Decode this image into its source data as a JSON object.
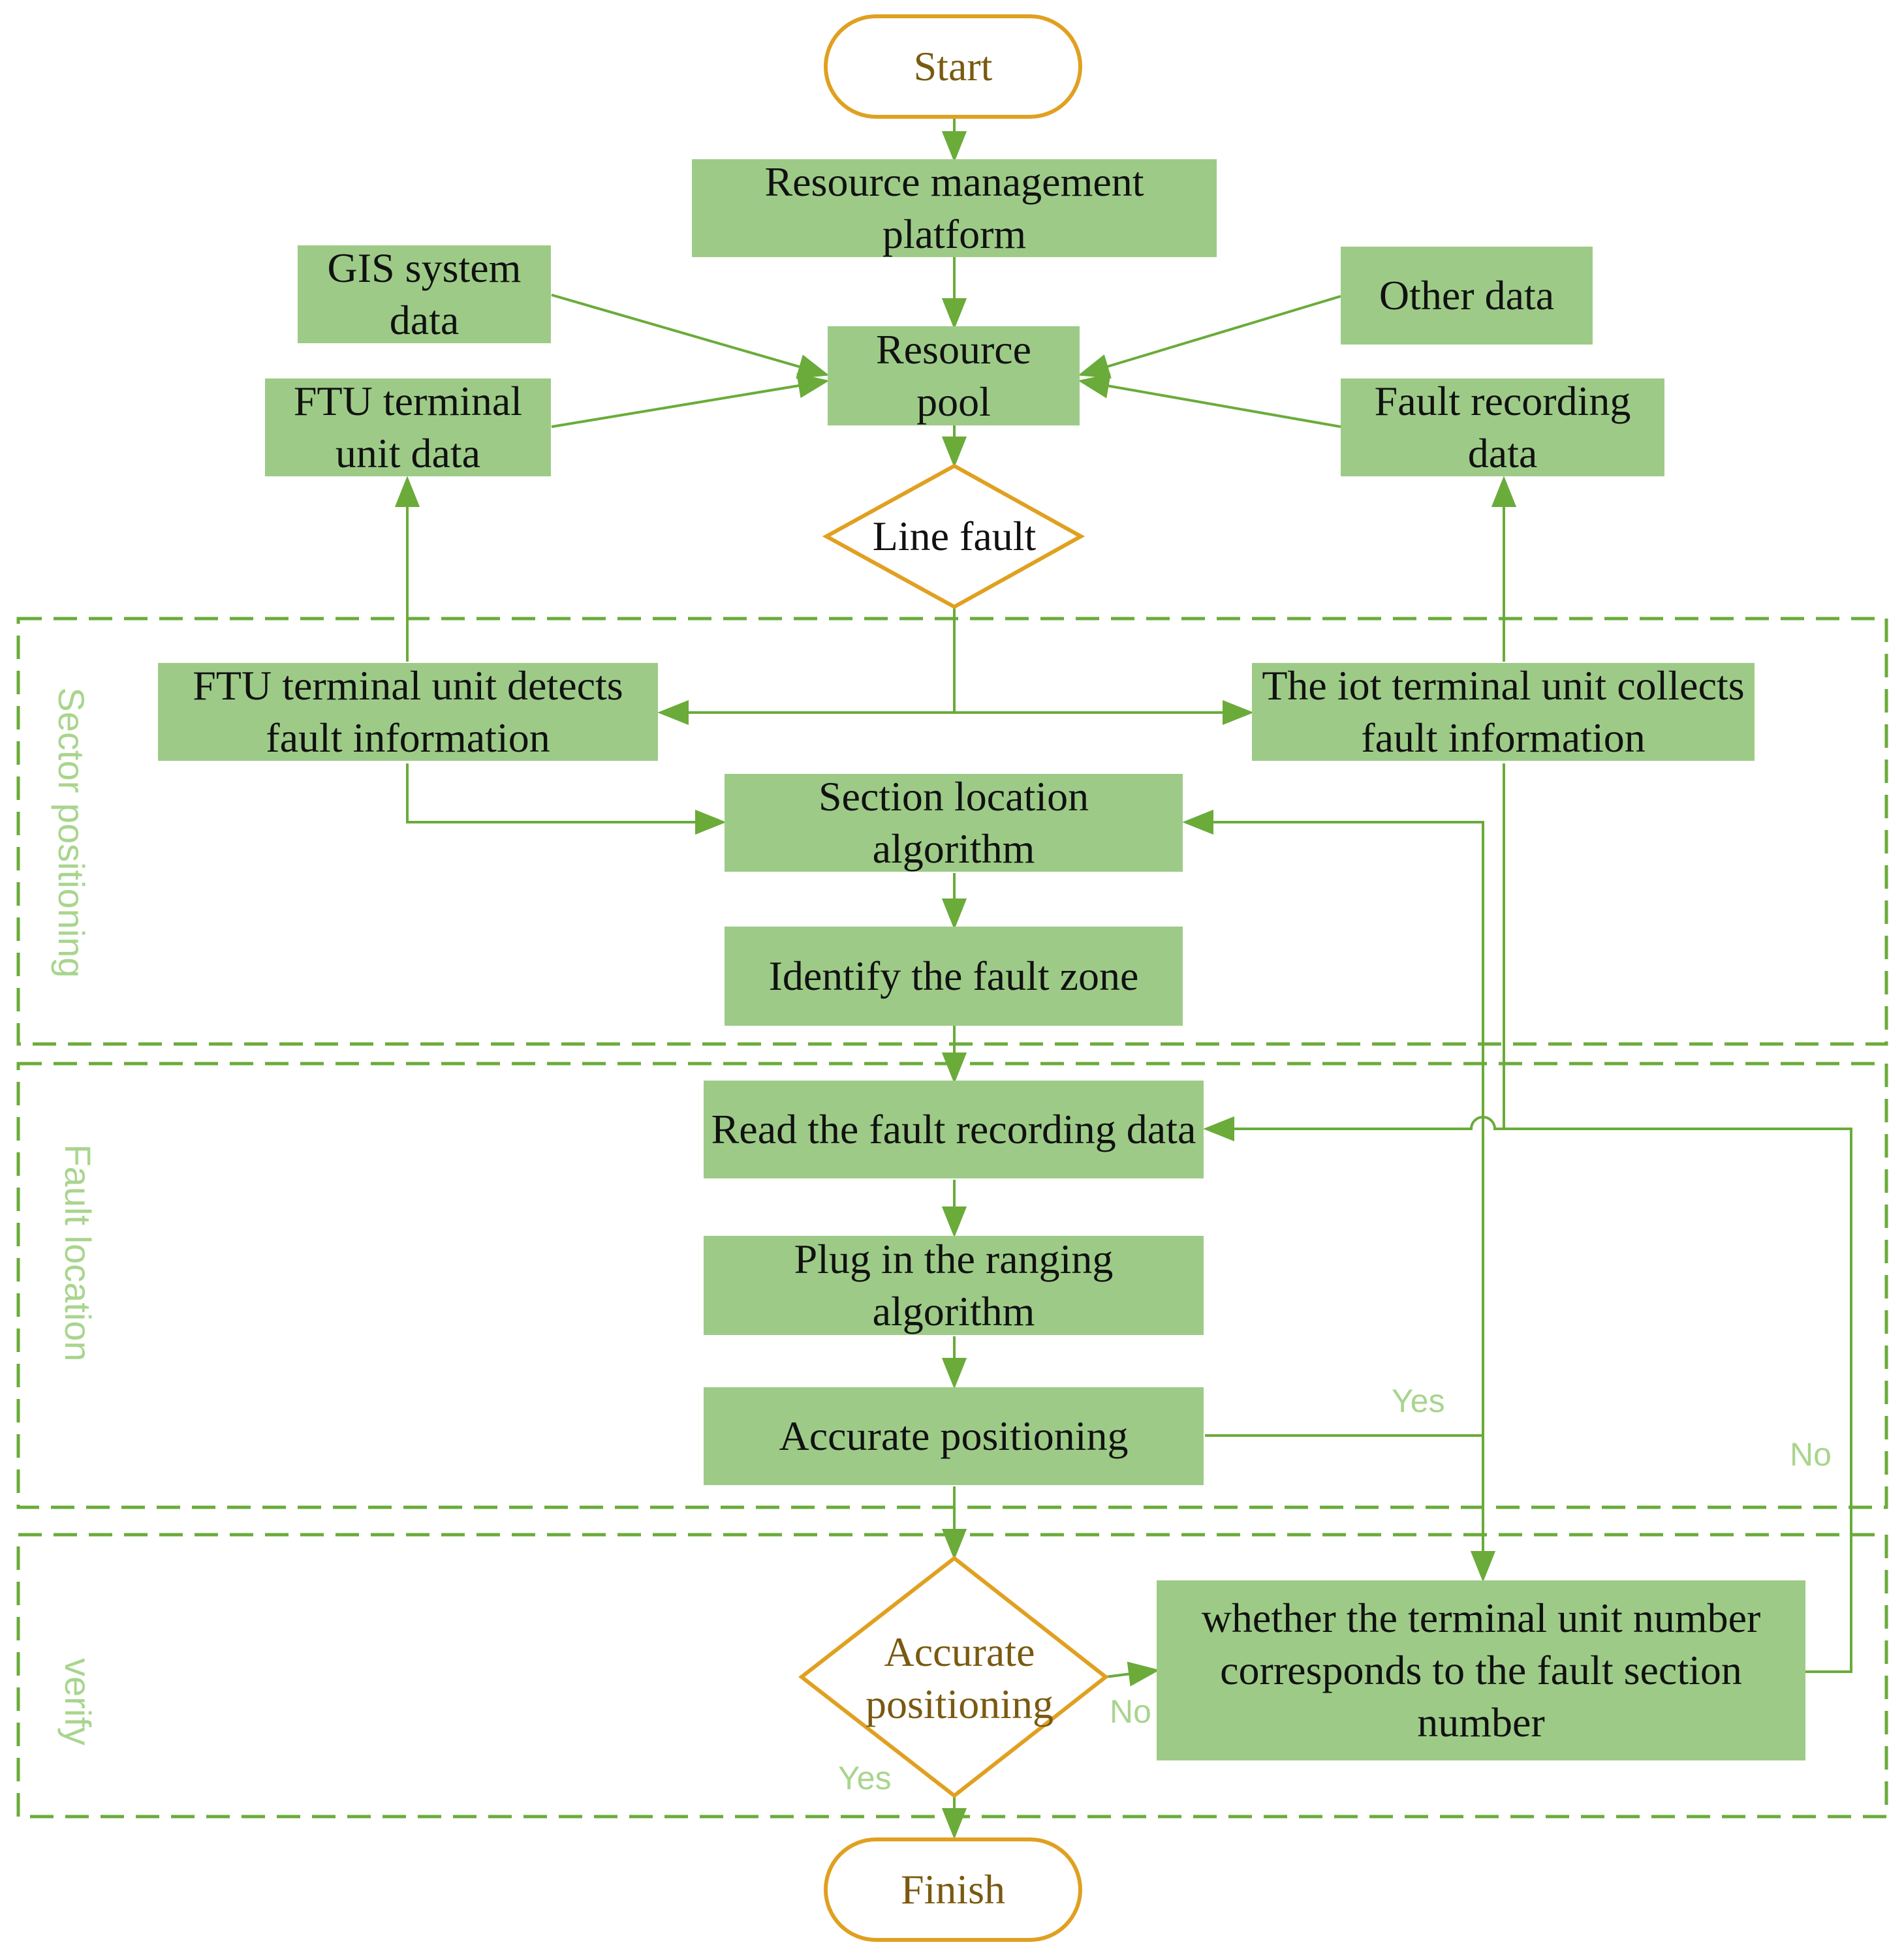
{
  "colors": {
    "box_fill": "#9dcb87",
    "arrow": "#6aab3a",
    "terminal_border": "#e0a020",
    "terminal_text": "#7a5a10",
    "section_label": "#a8d58e"
  },
  "nodes": {
    "start": "Start",
    "resource_mgmt": "Resource management platform",
    "gis": "GIS system data",
    "other": "Other data",
    "resource_pool": "Resource pool",
    "ftu_data": "FTU terminal unit data",
    "fault_rec_data": "Fault recording data",
    "line_fault": "Line fault",
    "ftu_detect": "FTU terminal unit detects fault information",
    "iot_collect": "The iot terminal unit collects fault information",
    "section_algo": "Section location algorithm",
    "identify_zone": "Identify the fault zone",
    "read_recording": "Read the fault recording data",
    "ranging_algo": "Plug in the ranging algorithm",
    "accurate_pos_box": "Accurate positioning",
    "accurate_pos_decision": "Accurate positioning",
    "terminal_check": "whether the terminal unit number corresponds to the fault section number",
    "finish": "Finish"
  },
  "sections": {
    "sector": "Sector positioning",
    "fault_location": "Fault location",
    "verify": "verify"
  },
  "branch_labels": {
    "yes_right": "Yes",
    "no_right": "No",
    "no_decision": "No",
    "yes_decision": "Yes"
  }
}
